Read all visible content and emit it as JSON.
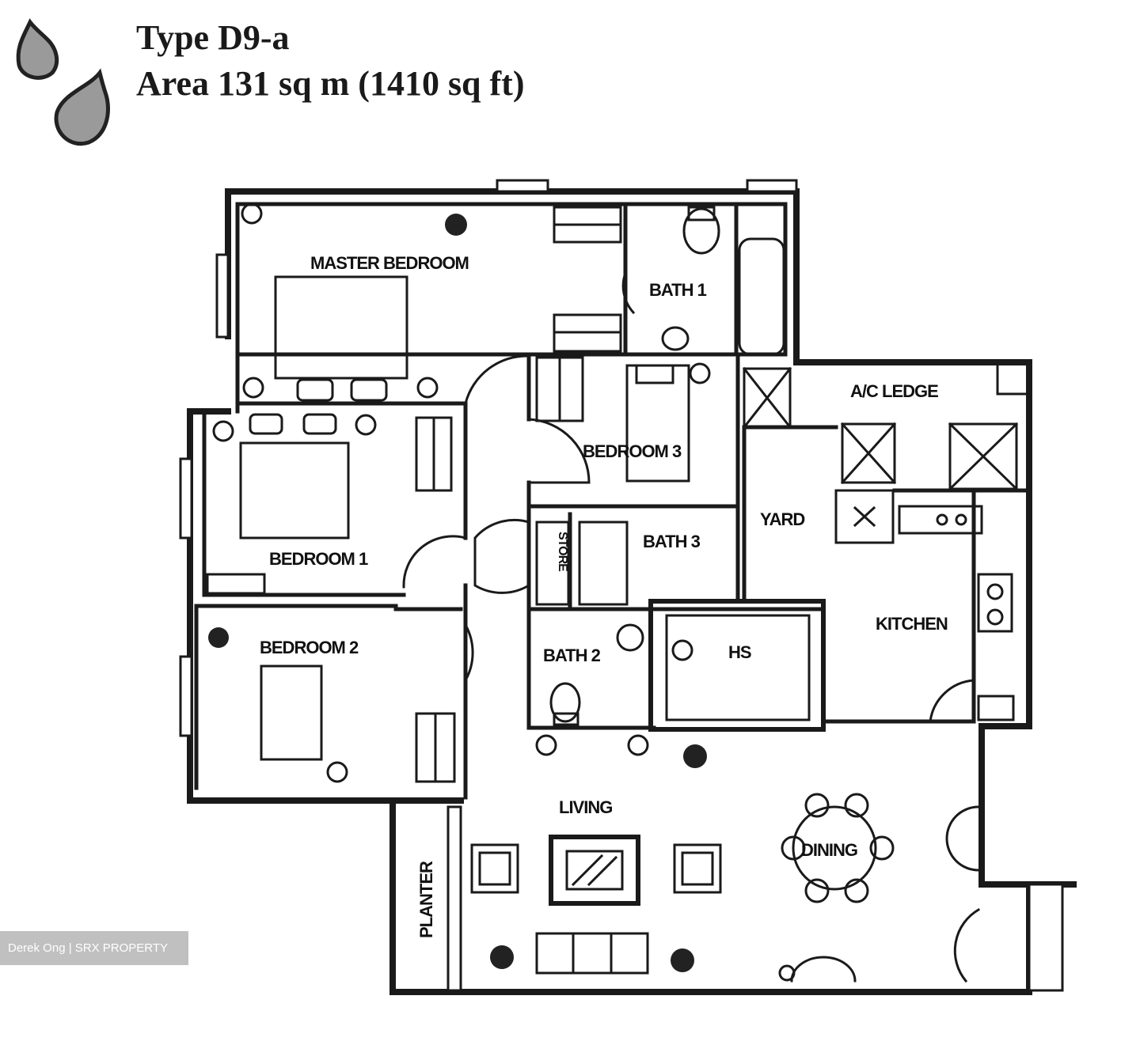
{
  "header": {
    "type_label": "Type D9-a",
    "area_label": "Area 131 sq m (1410 sq ft)",
    "logo_icon": "teardrop-gems-icon"
  },
  "rooms": {
    "master_bedroom": "MASTER BEDROOM",
    "bath1": "BATH 1",
    "bedroom3": "BEDROOM 3",
    "ac_ledge": "A/C LEDGE",
    "yard": "YARD",
    "bedroom1": "BEDROOM 1",
    "bath3": "BATH 3",
    "store": "STORE",
    "kitchen": "KITCHEN",
    "bedroom2": "BEDROOM 2",
    "bath2": "BATH 2",
    "hs": "HS",
    "living": "LIVING",
    "dining": "DINING",
    "planter": "PLANTER"
  },
  "watermark": "Derek Ong | SRX PROPERTY"
}
